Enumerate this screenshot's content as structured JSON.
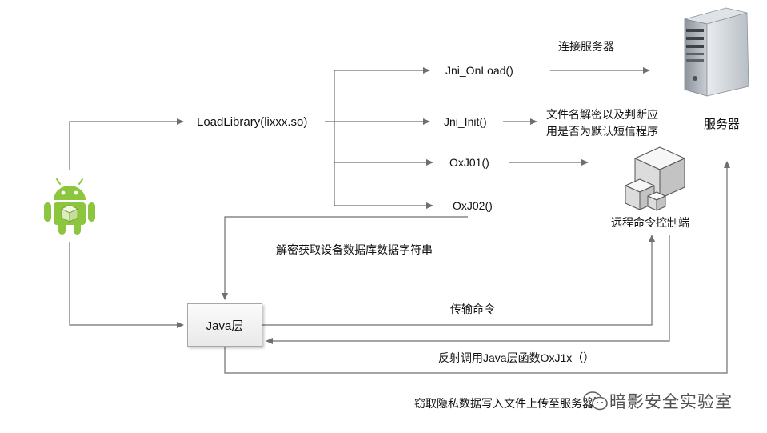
{
  "nodes": {
    "load_library": "LoadLibrary(lixxx.so)",
    "jni_onload": "Jni_OnLoad()",
    "jni_init": "Jni_Init()",
    "oxj01": "OxJ01()",
    "oxj02": "OxJ02()",
    "java_layer": "Java层",
    "server": "服务器",
    "remote_control": "远程命令控制端"
  },
  "annotations": {
    "connect_server": "连接服务器",
    "decrypt_check_line1": "文件名解密以及判断应",
    "decrypt_check_line2": "用是否为默认短信程序",
    "decrypt_db": "解密获取设备数据库数据字符串",
    "transfer_cmd": "传输命令",
    "reflect_call": "反射调用Java层函数OxJ1x（）",
    "steal_data": "窃取隐私数据写入文件上传至服务器"
  },
  "watermark": "暗影安全实验室",
  "colors": {
    "line": "#6f6f6f",
    "android_green": "#8cc63f",
    "server_body": "#cfd3d8"
  }
}
